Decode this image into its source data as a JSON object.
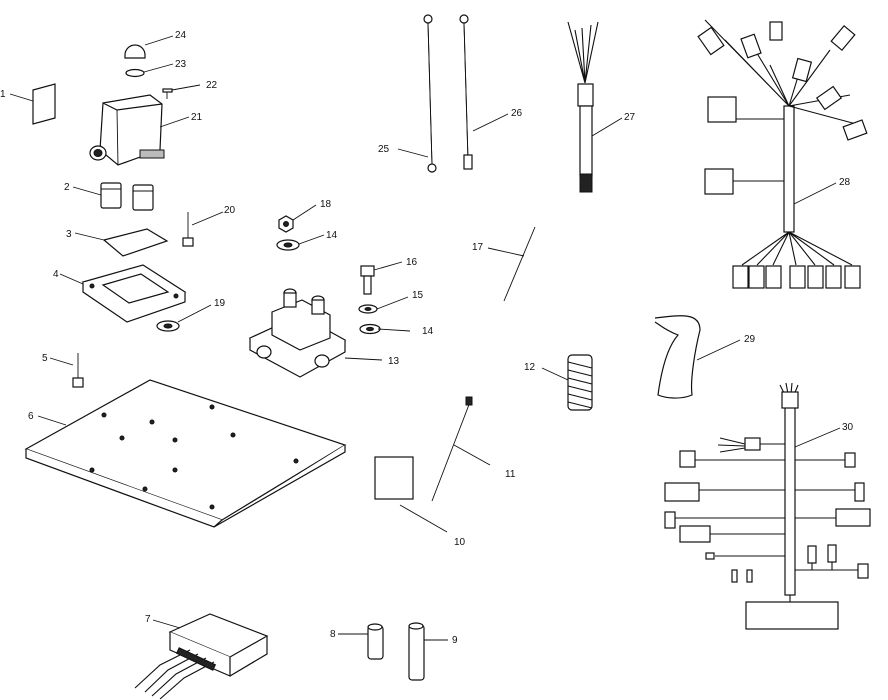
{
  "callouts": [
    "1",
    "2",
    "3",
    "4",
    "5",
    "6",
    "7",
    "8",
    "9",
    "10",
    "11",
    "12",
    "13",
    "14",
    "14",
    "15",
    "16",
    "17",
    "18",
    "19",
    "20",
    "21",
    "22",
    "23",
    "24",
    "25",
    "26",
    "27",
    "28",
    "29",
    "30"
  ]
}
